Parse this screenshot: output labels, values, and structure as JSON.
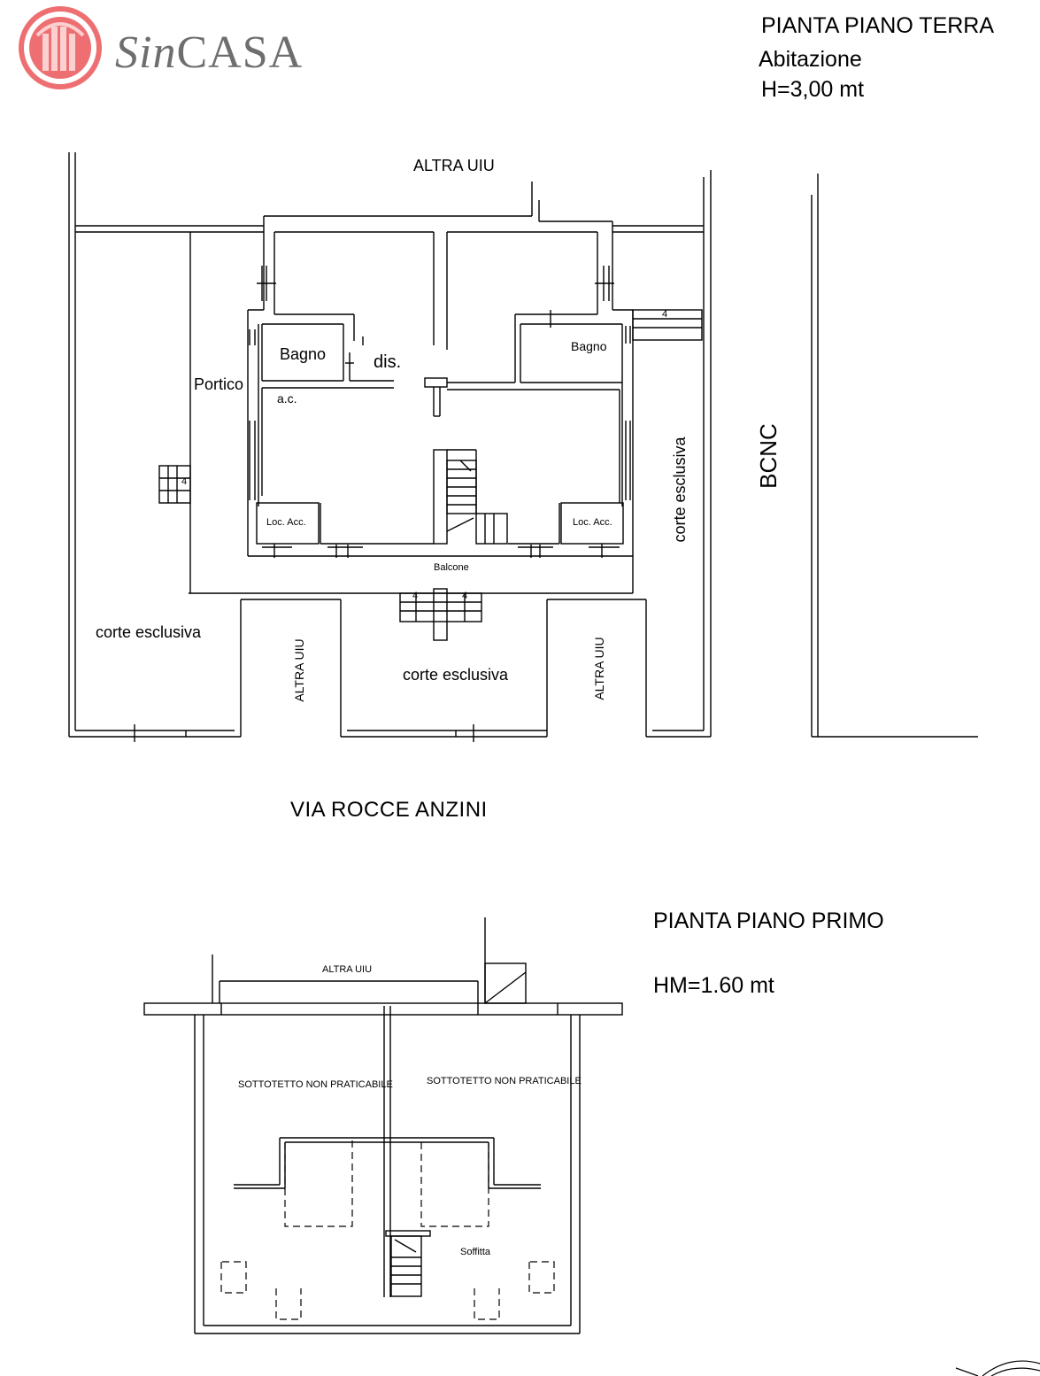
{
  "brand": {
    "name_prefix": "Sin",
    "name_suffix": "CASA",
    "accent_color": "#ee6f72",
    "text_color": "#6e6e6e"
  },
  "ground_floor": {
    "title": "PIANTA  PIANO TERRA",
    "subtitle": "Abitazione",
    "height": "H=3,00 mt",
    "labels": {
      "altra_uiu_top": "ALTRA UIU",
      "bagno_left": "Bagno",
      "dis": "dis.",
      "portico": "Portico",
      "ac": "a.c.",
      "bagno_right": "Bagno",
      "loc_acc_left": "Loc. Acc.",
      "loc_acc_right": "Loc. Acc.",
      "balcone": "Balcone",
      "corte_right": "corte esclusiva",
      "bcnc": "BCNC",
      "corte_left": "corte esclusiva",
      "corte_center": "corte esclusiva",
      "altra_uiu_left": "ALTRA UIU",
      "altra_uiu_right": "ALTRA UIU",
      "stair_mark_a": "4",
      "stair_mark_b": "4",
      "stair_mark_c": "4",
      "stair_mark_d": "4"
    },
    "street": "VIA  ROCCE ANZINI"
  },
  "first_floor": {
    "title": "PIANTA  PIANO PRIMO",
    "height": "HM=1.60 mt",
    "labels": {
      "altra_uiu": "ALTRA UIU",
      "sottotetto_left": "SOTTOTETTO NON PRATICABILE",
      "sottotetto_right": "SOTTOTETTO NON PRATICABILE",
      "soffitta": "Soffitta"
    }
  }
}
